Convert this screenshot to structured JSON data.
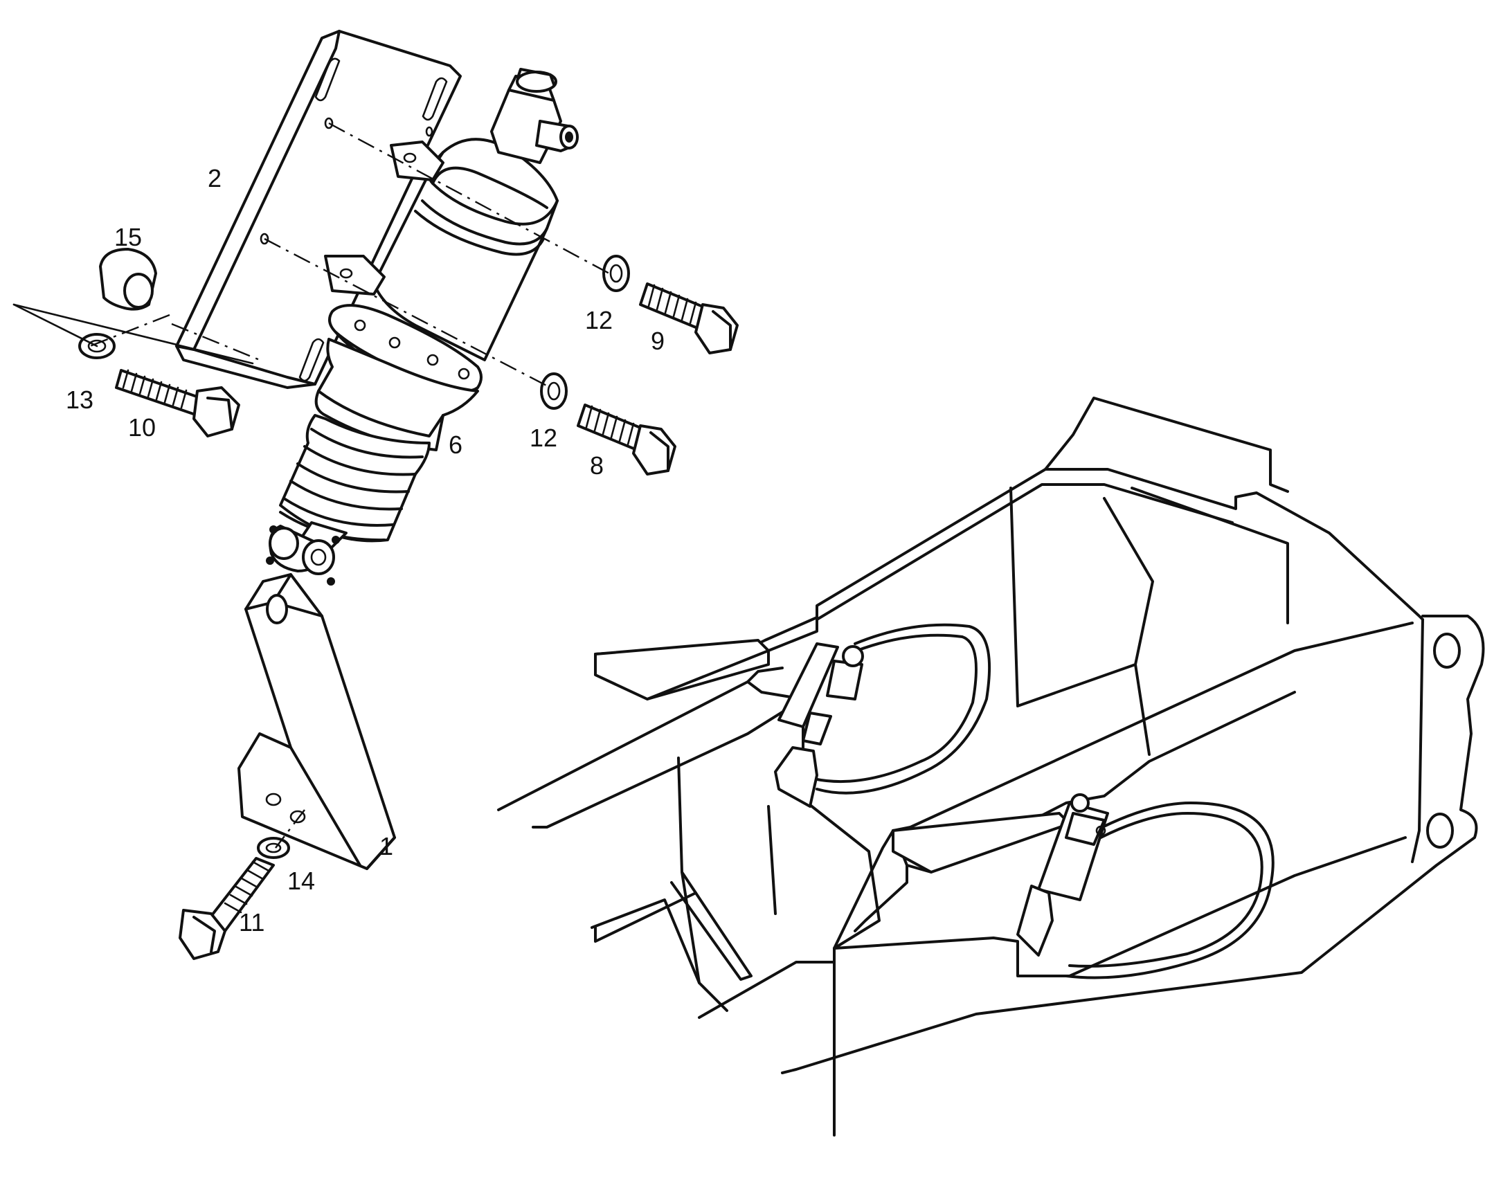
{
  "diagram": {
    "callouts": [
      {
        "id": "part-1",
        "label": "1"
      },
      {
        "id": "part-2",
        "label": "2"
      },
      {
        "id": "part-6",
        "label": "6"
      },
      {
        "id": "part-8",
        "label": "8"
      },
      {
        "id": "part-9",
        "label": "9"
      },
      {
        "id": "part-10",
        "label": "10"
      },
      {
        "id": "part-11",
        "label": "11"
      },
      {
        "id": "part-12a",
        "label": "12"
      },
      {
        "id": "part-12b",
        "label": "12"
      },
      {
        "id": "part-13",
        "label": "13"
      },
      {
        "id": "part-14",
        "label": "14"
      },
      {
        "id": "part-15",
        "label": "15"
      }
    ],
    "colors": {
      "ink": "#111111",
      "paper": "#ffffff"
    }
  }
}
